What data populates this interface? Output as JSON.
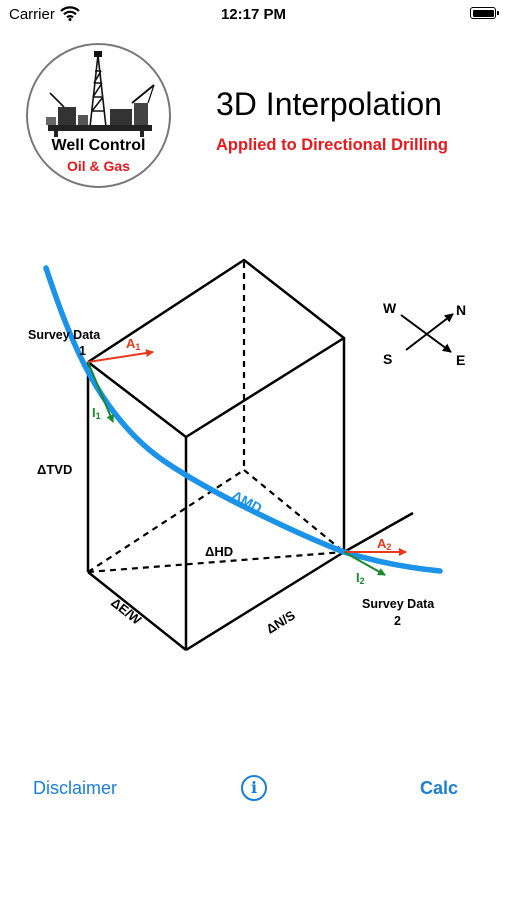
{
  "status_bar": {
    "carrier": "Carrier",
    "time": "12:17 PM"
  },
  "logo": {
    "line1": "Well Control",
    "line2": "Oil & Gas"
  },
  "header": {
    "title": "3D Interpolation",
    "subtitle": "Applied to Directional Drilling"
  },
  "diagram": {
    "survey1": {
      "label": "Survey Data",
      "number": "1"
    },
    "survey2": {
      "label": "Survey Data",
      "number": "2"
    },
    "a1": {
      "letter": "A",
      "sub": "1"
    },
    "i1": {
      "letter": "I",
      "sub": "1"
    },
    "a2": {
      "letter": "A",
      "sub": "2"
    },
    "i2": {
      "letter": "I",
      "sub": "2"
    },
    "dtvd": "ΔTVD",
    "dmd": "ΔMD",
    "dhd": "ΔHD",
    "dew": "ΔE/W",
    "dns": "ΔN/S",
    "compass": {
      "w": "W",
      "n": "N",
      "s": "S",
      "e": "E"
    },
    "colors": {
      "curve": "#1a93e8",
      "azimuth": "#e8381c",
      "inclination": "#1a8a2e"
    }
  },
  "tabbar": {
    "disclaimer": "Disclaimer",
    "info_icon": "i",
    "calc": "Calc"
  },
  "colors": {
    "accent": "#1a7fd6",
    "brand_red": "#e8181c"
  }
}
